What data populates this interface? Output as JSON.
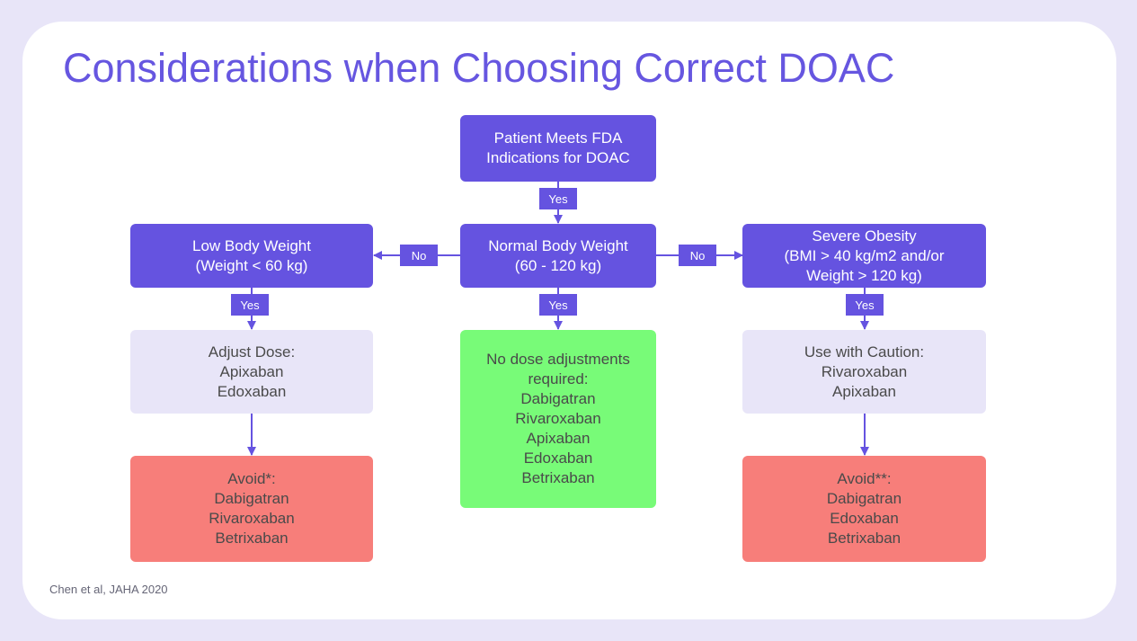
{
  "title": "Considerations when Choosing Correct DOAC",
  "citation": "Chen et al, JAHA 2020",
  "colors": {
    "accent": "#6553e0",
    "background": "#e8e5f8",
    "recommended": "#78fb78",
    "avoid": "#f77e7a",
    "caution": "#e8e5f8"
  },
  "nodes": {
    "start": {
      "lines": [
        "Patient Meets FDA",
        "Indications for DOAC"
      ]
    },
    "normal": {
      "lines": [
        "Normal Body Weight",
        "(60 - 120 kg)"
      ]
    },
    "low": {
      "lines": [
        "Low Body Weight",
        "(Weight < 60 kg)"
      ]
    },
    "obese": {
      "lines": [
        "Severe Obesity",
        "(BMI > 40 kg/m2 and/or",
        "Weight > 120 kg)"
      ]
    },
    "adjust": {
      "lines": [
        "Adjust Dose:",
        "Apixaban",
        "Edoxaban"
      ]
    },
    "no_adjust": {
      "lines": [
        "No dose adjustments",
        "required:",
        "Dabigatran",
        "Rivaroxaban",
        "Apixaban",
        "Edoxaban",
        "Betrixaban"
      ]
    },
    "caution": {
      "lines": [
        "Use with Caution:",
        "Rivaroxaban",
        "Apixaban"
      ]
    },
    "avoid_low": {
      "lines": [
        "Avoid*:",
        "Dabigatran",
        "Rivaroxaban",
        "Betrixaban"
      ]
    },
    "avoid_obese": {
      "lines": [
        "Avoid**:",
        "Dabigatran",
        "Edoxaban",
        "Betrixaban"
      ]
    }
  },
  "edge_labels": {
    "start_to_normal": "Yes",
    "normal_to_low": "No",
    "normal_to_obese": "No",
    "low_to_adjust": "Yes",
    "normal_to_no_adjust": "Yes",
    "obese_to_caution": "Yes"
  }
}
